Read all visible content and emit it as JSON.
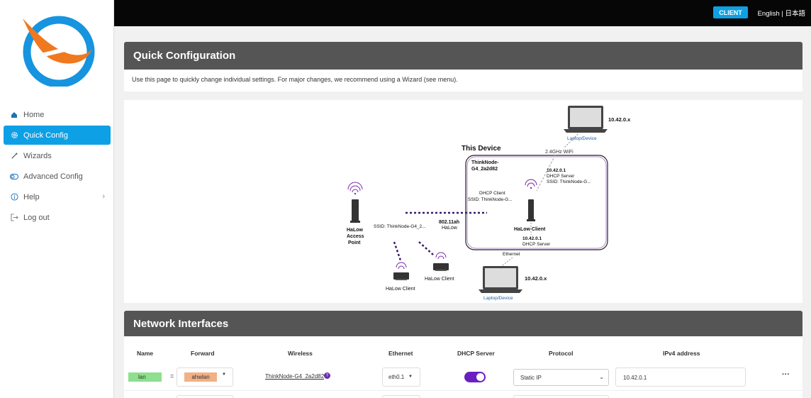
{
  "topbar": {
    "client_badge": "CLIENT",
    "language": "English | 日本語"
  },
  "sidebar": {
    "items": [
      {
        "label": "Home",
        "icon": "home-icon"
      },
      {
        "label": "Quick Config",
        "icon": "gear-icon",
        "active": true
      },
      {
        "label": "Wizards",
        "icon": "wand-icon"
      },
      {
        "label": "Advanced Config",
        "icon": "toggle-icon"
      },
      {
        "label": "Help",
        "icon": "info-icon"
      },
      {
        "label": "Log out",
        "icon": "logout-icon"
      }
    ]
  },
  "quick_config": {
    "title": "Quick Configuration",
    "description": "Use this page to quickly change individual settings. For major changes, we recommend using a Wizard (see menu)."
  },
  "diagram": {
    "this_device": "This Device",
    "device_name_1": "ThinkNode-",
    "device_name_2": "G4_2a2d82",
    "top_ip": "10.42.0.x",
    "top_laptop": "Laptop/Device",
    "wifi_label": "2.4GHz WiFi",
    "dhcp_ip": "10.42.0.1",
    "dhcp_server": "DHCP Server",
    "ssid_top": "SSID: ThinkNode-G...",
    "dhcp_client": "DHCP Client",
    "ssid_client": "SSID: ThinkNode-G...",
    "ssid_ap": "SSID: ThinkNode-G4_2...",
    "halow_link_1": "802.11ah",
    "halow_link_2": "HaLow",
    "halow_ap_1": "HaLow",
    "halow_ap_2": "Access",
    "halow_ap_3": "Point",
    "halow_client": "HaLow Client",
    "eth_ip": "10.42.0.1",
    "eth_dhcp": "DHCP Server",
    "ethernet": "Ethernet",
    "bottom_ip": "10.42.0.x",
    "bottom_laptop": "Laptop/Device",
    "client_a": "HaLow Client",
    "client_b": "HaLow Client"
  },
  "network_interfaces": {
    "title": "Network Interfaces",
    "columns": [
      "Name",
      "Forward",
      "Wireless",
      "Ethernet",
      "DHCP Server",
      "Protocol",
      "IPv4 address"
    ],
    "rows": [
      {
        "name": "lan",
        "equals": "=",
        "forward": "ahwlan",
        "wireless": "ThinkNode-G4_2a2d82",
        "ethernet": "eth0.1",
        "dhcp_server": true,
        "protocol": "Static IP",
        "ipv4": "10.42.0.1",
        "more": "···"
      }
    ]
  }
}
